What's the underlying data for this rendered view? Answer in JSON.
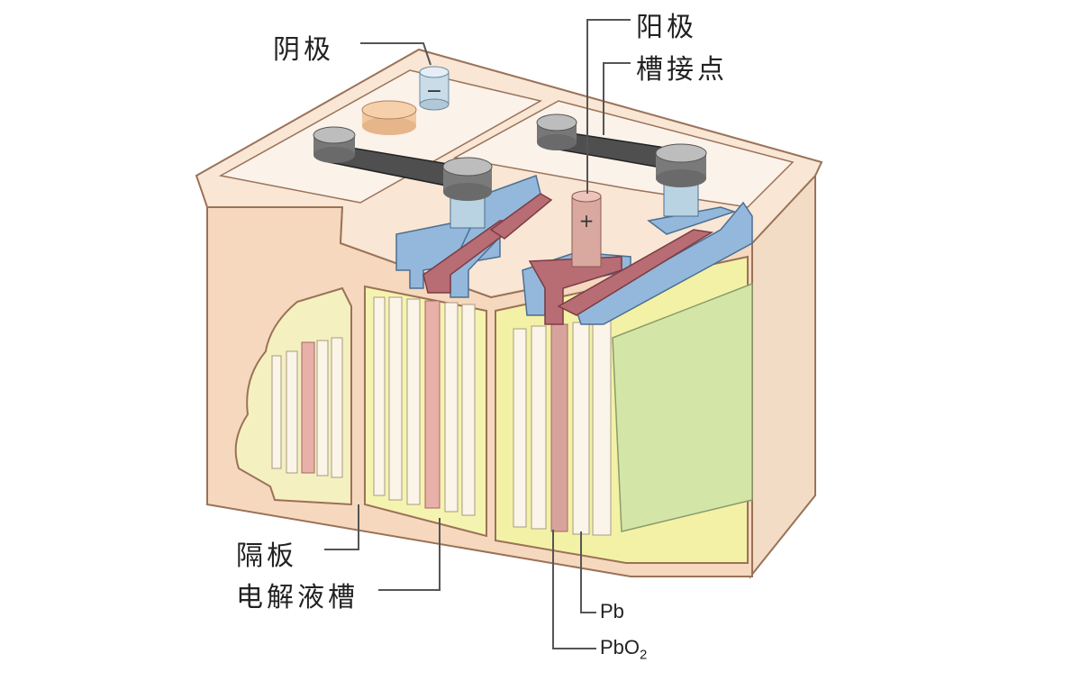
{
  "labels": {
    "cathode": "阴极",
    "anode": "阳极",
    "cell_connector": "槽接点",
    "separator": "隔板",
    "electrolyte_tank": "电解液槽",
    "pb": "Pb",
    "pbo2_base": "PbO",
    "pbo2_sub": "2",
    "minus_sign": "−",
    "plus_sign": "+"
  },
  "colors": {
    "case": "#f6d8be",
    "case_edge": "#a67c5e",
    "electrolyte": "#f5f3b0",
    "plate_red": "#b86c74",
    "plate_blue": "#8fb4d8",
    "connector": "#555555",
    "terminal": "#8a8a8a"
  }
}
